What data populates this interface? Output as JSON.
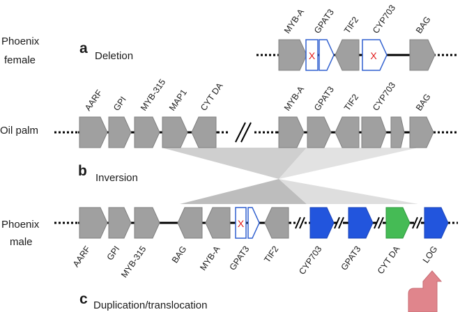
{
  "labels": {
    "phoenix_female": [
      "Phoenix",
      "female"
    ],
    "oil_palm": "Oil palm",
    "phoenix_male": [
      "Phoenix",
      "male"
    ]
  },
  "panels": {
    "a": {
      "letter": "a",
      "title": "Deletion"
    },
    "b": {
      "letter": "b",
      "title": "Inversion"
    },
    "c": {
      "letter": "c",
      "title": "Duplication/translocation"
    }
  },
  "genes": {
    "female": [
      "MYB-A",
      "GPAT3",
      "TIF2",
      "CYP703",
      "BAG"
    ],
    "oil_left": [
      "AARF",
      "GPI",
      "MYB-315",
      "MAP1",
      "CYT DA"
    ],
    "oil_right": [
      "MYB-A",
      "GPAT3",
      "TIF2",
      "CYP703",
      "BAG"
    ],
    "male": [
      "AARF",
      "GPI",
      "MYB-315",
      "BAG",
      "MYB-A",
      "GPAT3",
      "TIF2",
      "CYP703",
      "GPAT3",
      "CYT DA",
      "LOG"
    ]
  },
  "deletion_mark": "X",
  "colors": {
    "gray_gene": "#a0a0a0",
    "gray_stroke": "#808080",
    "outline_blue": "#2f5fcf",
    "blue_gene": "#2255dd",
    "green_gene": "#45bb55",
    "arrow_pink": "#e0858c",
    "deletion_red": "#e01818"
  }
}
